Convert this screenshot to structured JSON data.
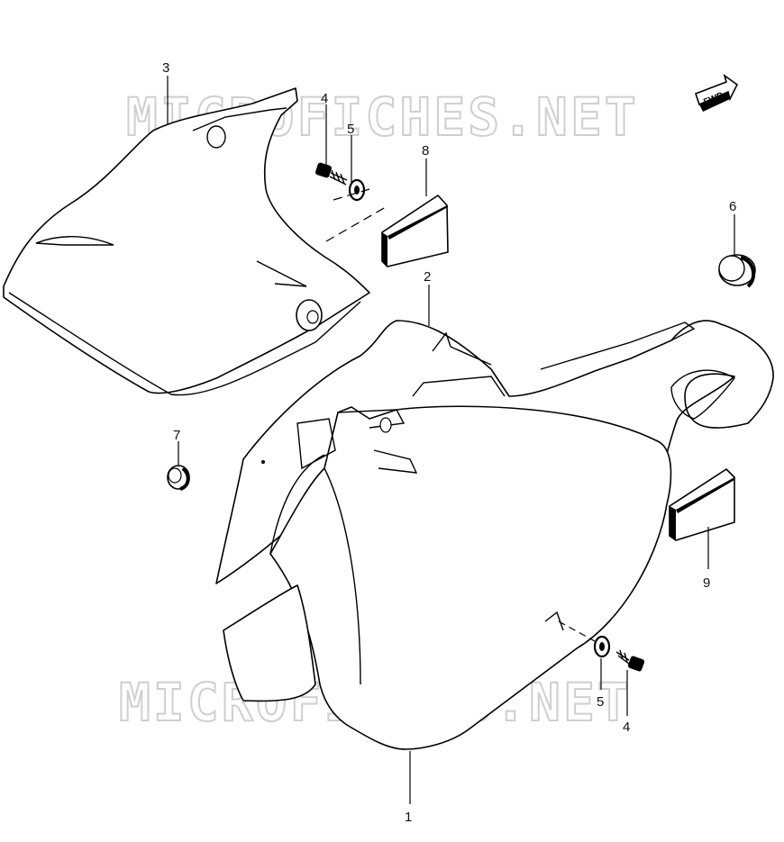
{
  "watermark": "MICROFICHES.NET",
  "fwd_label": "FWD",
  "callouts": [
    {
      "id": "c1",
      "label": "1"
    },
    {
      "id": "c2",
      "label": "2"
    },
    {
      "id": "c3",
      "label": "3"
    },
    {
      "id": "c4a",
      "label": "4"
    },
    {
      "id": "c5a",
      "label": "5"
    },
    {
      "id": "c6",
      "label": "6"
    },
    {
      "id": "c7",
      "label": "7"
    },
    {
      "id": "c8",
      "label": "8"
    },
    {
      "id": "c9",
      "label": "9"
    },
    {
      "id": "c5b",
      "label": "5"
    },
    {
      "id": "c4b",
      "label": "4"
    }
  ]
}
